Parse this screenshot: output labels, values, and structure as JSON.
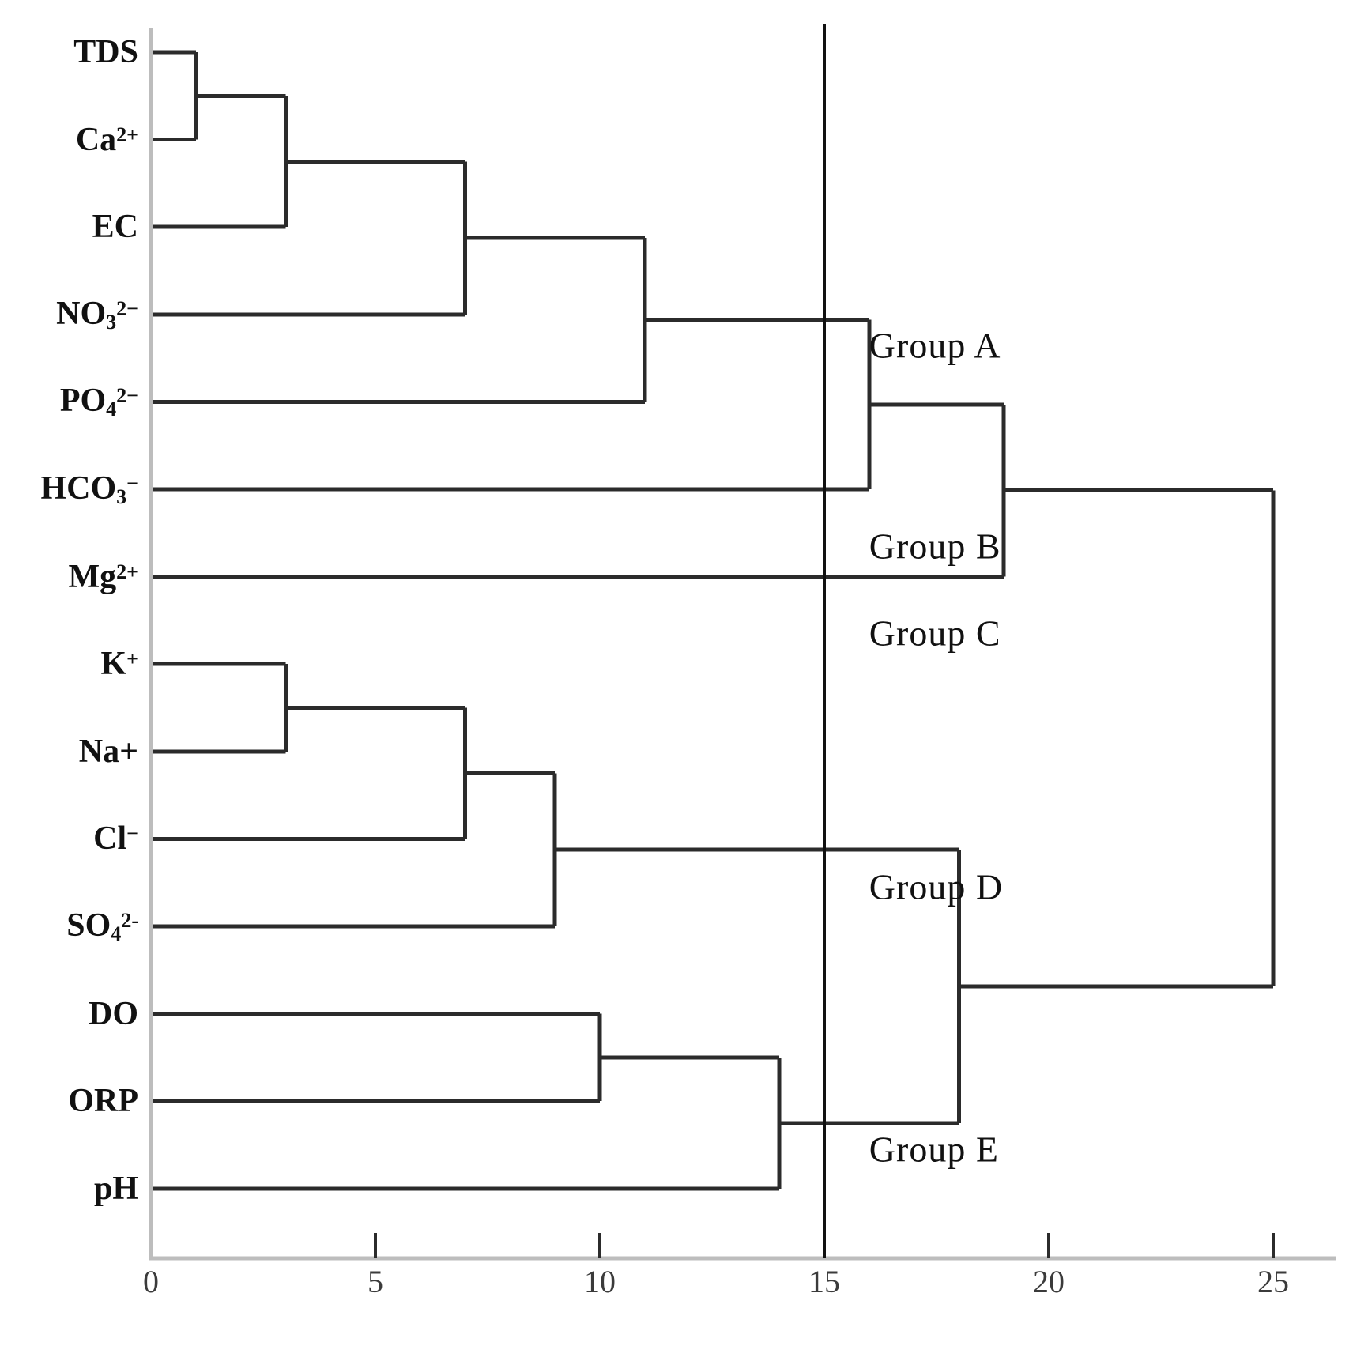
{
  "chart_data": {
    "type": "dendrogram",
    "title": "",
    "xlabel": "",
    "ylabel": "",
    "xlim": [
      0,
      26.5
    ],
    "grid": false,
    "legend_position": "none",
    "axis": {
      "ticks": [
        0,
        5,
        10,
        15,
        20,
        25
      ],
      "tick_labels": [
        "0",
        "5",
        "10",
        "15",
        "20",
        "25"
      ]
    },
    "cut_line": {
      "value": 15,
      "orientation": "vertical"
    },
    "leaves": [
      {
        "id": "TDS",
        "base": "TDS",
        "sub": "",
        "sup": ""
      },
      {
        "id": "Ca",
        "base": "Ca",
        "sub": "",
        "sup": "2+"
      },
      {
        "id": "EC",
        "base": "EC",
        "sub": "",
        "sup": ""
      },
      {
        "id": "NO3",
        "base": "NO",
        "sub": "3",
        "sup": "2−"
      },
      {
        "id": "PO4",
        "base": "PO",
        "sub": "4",
        "sup": "2−"
      },
      {
        "id": "HCO3",
        "base": "HCO",
        "sub": "3",
        "sup": "−"
      },
      {
        "id": "Mg",
        "base": "Mg",
        "sub": "",
        "sup": "2+"
      },
      {
        "id": "K",
        "base": "K",
        "sub": "",
        "sup": "+"
      },
      {
        "id": "Na",
        "base": "Na+",
        "sub": "",
        "sup": ""
      },
      {
        "id": "Cl",
        "base": "Cl",
        "sub": "",
        "sup": "−"
      },
      {
        "id": "SO4",
        "base": "SO",
        "sub": "4",
        "sup": "2-"
      },
      {
        "id": "DO",
        "base": "DO",
        "sub": "",
        "sup": ""
      },
      {
        "id": "ORP",
        "base": "ORP",
        "sub": "",
        "sup": ""
      },
      {
        "id": "pH",
        "base": "pH",
        "sub": "",
        "sup": ""
      }
    ],
    "merges": [
      {
        "name": "n1",
        "left": "TDS",
        "right": "Ca",
        "distance": 1
      },
      {
        "name": "n2",
        "left": "n1",
        "right": "EC",
        "distance": 3
      },
      {
        "name": "n3",
        "left": "n2",
        "right": "NO3",
        "distance": 7
      },
      {
        "name": "n4",
        "left": "n3",
        "right": "PO4",
        "distance": 11
      },
      {
        "name": "n5",
        "left": "n4",
        "right": "HCO3",
        "distance": 16
      },
      {
        "name": "n6",
        "left": "n5",
        "right": "Mg",
        "distance": 19
      },
      {
        "name": "n7",
        "left": "K",
        "right": "Na",
        "distance": 3
      },
      {
        "name": "n8",
        "left": "n7",
        "right": "Cl",
        "distance": 7
      },
      {
        "name": "n9",
        "left": "n8",
        "right": "SO4",
        "distance": 9
      },
      {
        "name": "n10",
        "left": "DO",
        "right": "ORP",
        "distance": 10
      },
      {
        "name": "n11",
        "left": "n10",
        "right": "pH",
        "distance": 14
      },
      {
        "name": "n12",
        "left": "n9",
        "right": "n11",
        "distance": 18
      },
      {
        "name": "n13",
        "left": "n6",
        "right": "n12",
        "distance": 25
      }
    ],
    "annotations": [
      {
        "text": "Group A",
        "x": 16.0,
        "leaf_y": 3.35
      },
      {
        "text": "Group B",
        "x": 16.0,
        "leaf_y": 5.65
      },
      {
        "text": "Group C",
        "x": 16.0,
        "leaf_y": 6.65
      },
      {
        "text": "Group D",
        "x": 16.0,
        "leaf_y": 9.55
      },
      {
        "text": "Group E",
        "x": 16.0,
        "leaf_y": 12.55
      }
    ],
    "colors": {
      "line": "#2b2b2b",
      "axis": "#bdbdbd",
      "cut_line": "#111111",
      "text": "#111111",
      "background": "#ffffff"
    }
  }
}
